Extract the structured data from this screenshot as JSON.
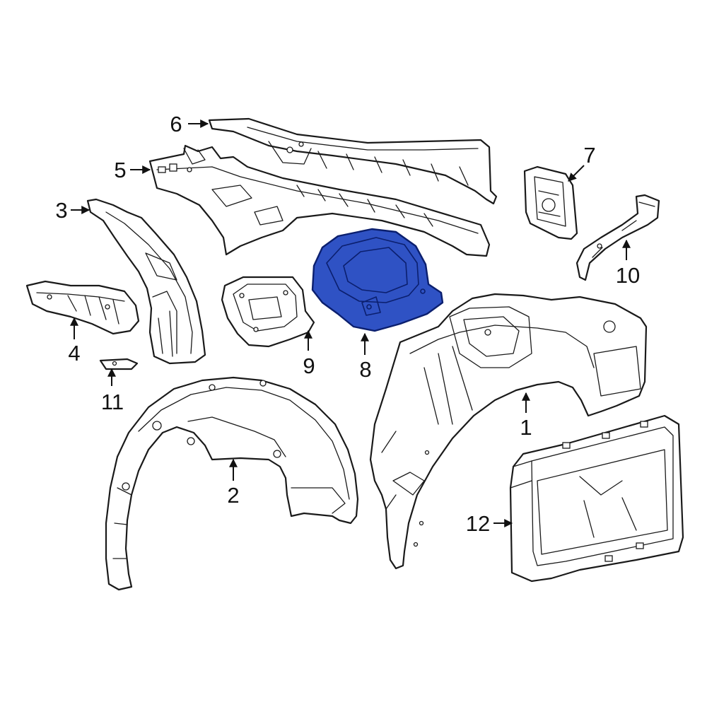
{
  "diagram": {
    "highlight_color": "#2f52c4",
    "callouts": [
      {
        "id": "1",
        "label": "1"
      },
      {
        "id": "2",
        "label": "2"
      },
      {
        "id": "3",
        "label": "3"
      },
      {
        "id": "4",
        "label": "4"
      },
      {
        "id": "5",
        "label": "5"
      },
      {
        "id": "6",
        "label": "6"
      },
      {
        "id": "7",
        "label": "7"
      },
      {
        "id": "8",
        "label": "8"
      },
      {
        "id": "9",
        "label": "9"
      },
      {
        "id": "10",
        "label": "10"
      },
      {
        "id": "11",
        "label": "11"
      },
      {
        "id": "12",
        "label": "12"
      }
    ]
  }
}
